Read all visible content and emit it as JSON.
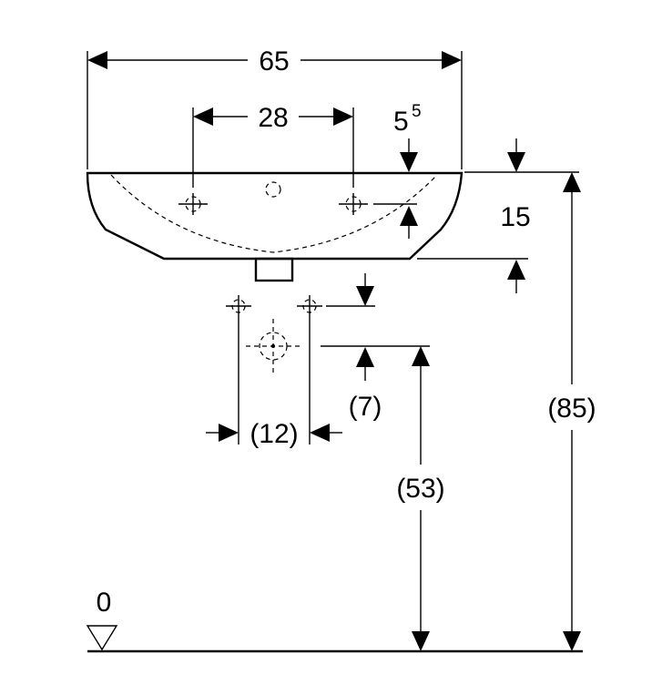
{
  "dimensions": {
    "overall_width": "65",
    "tap_spacing": "28",
    "rim_offset_main": "5",
    "rim_offset_sup": "5",
    "bowl_height": "15",
    "waste_height": "(7)",
    "waste_spacing": "(12)",
    "waste_from_floor": "(53)",
    "rim_from_floor": "(85)",
    "floor_level": "0"
  }
}
